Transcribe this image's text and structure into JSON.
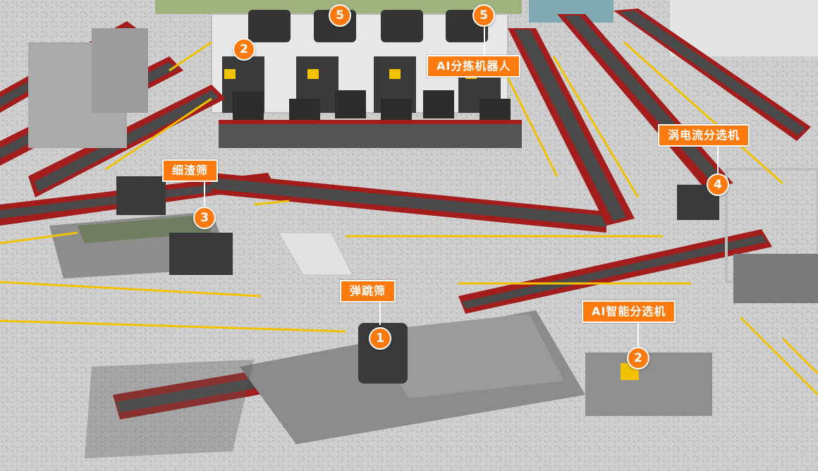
{
  "labels": {
    "bounce_screen": "弹跳筛",
    "ai_sorter": "AI智能分选机",
    "fine_screen": "细渣筛",
    "eddy_separator": "涡电流分选机",
    "ai_robot": "AI分拣机器人"
  },
  "markers": {
    "m1": "1",
    "m2a": "2",
    "m2b": "2",
    "m3": "3",
    "m4": "4",
    "m5a": "5",
    "m5b": "5"
  },
  "colors": {
    "accent": "#ff7a0e",
    "conveyor_red": "#a41d1d",
    "conveyor_belt": "#4a4a4a",
    "railing": "#f2c200",
    "floor": "#c9c9c9"
  }
}
